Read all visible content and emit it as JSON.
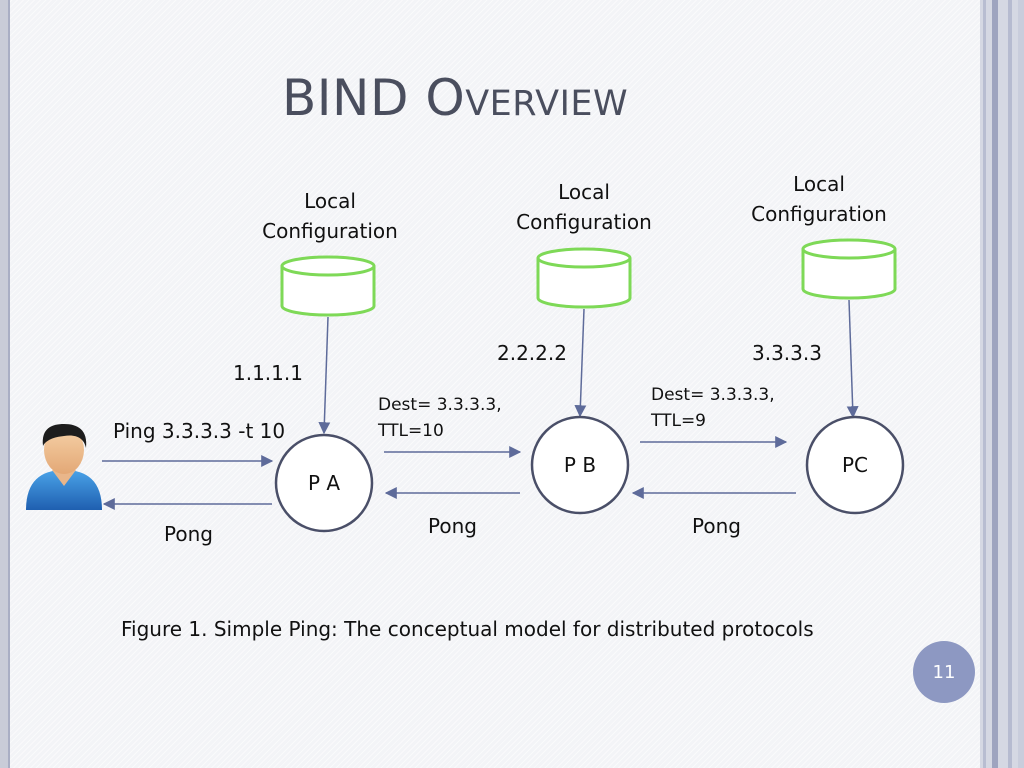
{
  "slide": {
    "title": "BIND Overview",
    "page_number": "11"
  },
  "diagram": {
    "config_labels": {
      "a": [
        "Local",
        "Configuration"
      ],
      "b": [
        "Local",
        "Configuration"
      ],
      "c": [
        "Local",
        "Configuration"
      ]
    },
    "nodes": {
      "a": "P A",
      "b": "P B",
      "c": "PC"
    },
    "addresses": {
      "a": "1.1.1.1",
      "b": "2.2.2.2",
      "c": "3.3.3.3"
    },
    "messages": {
      "ping": "Ping 3.3.3.3 -t 10",
      "ab_line1": "Dest= 3.3.3.3,",
      "ab_line2": "TTL=10",
      "bc_line1": "Dest= 3.3.3.3,",
      "bc_line2": "TTL=9",
      "pong_user": "Pong",
      "pong_ab": "Pong",
      "pong_bc": "Pong"
    },
    "caption": "Figure 1. Simple Ping: The conceptual model for distributed protocols",
    "colors": {
      "config_stroke": "#7ed957",
      "node_stroke": "#4a4f68",
      "arrow": "#5e6b9a"
    },
    "icons": {
      "user": "user-avatar-icon"
    }
  }
}
